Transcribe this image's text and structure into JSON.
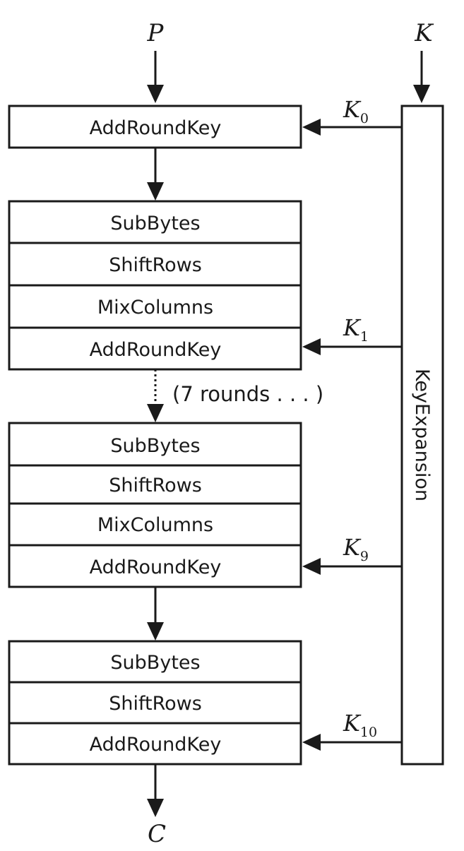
{
  "inputs": {
    "plaintext": "P",
    "key": "K",
    "ciphertext": "C"
  },
  "key_expansion_label": "KeyExpansion",
  "initial_step": "AddRoundKey",
  "round_group_1": [
    "SubBytes",
    "ShiftRows",
    "MixColumns",
    "AddRoundKey"
  ],
  "rounds_note": "(7 rounds . . . )",
  "round_group_2": [
    "SubBytes",
    "ShiftRows",
    "MixColumns",
    "AddRoundKey"
  ],
  "final_group": [
    "SubBytes",
    "ShiftRows",
    "AddRoundKey"
  ],
  "round_keys": [
    {
      "base": "K",
      "sub": "0"
    },
    {
      "base": "K",
      "sub": "1"
    },
    {
      "base": "K",
      "sub": "9"
    },
    {
      "base": "K",
      "sub": "10"
    }
  ]
}
